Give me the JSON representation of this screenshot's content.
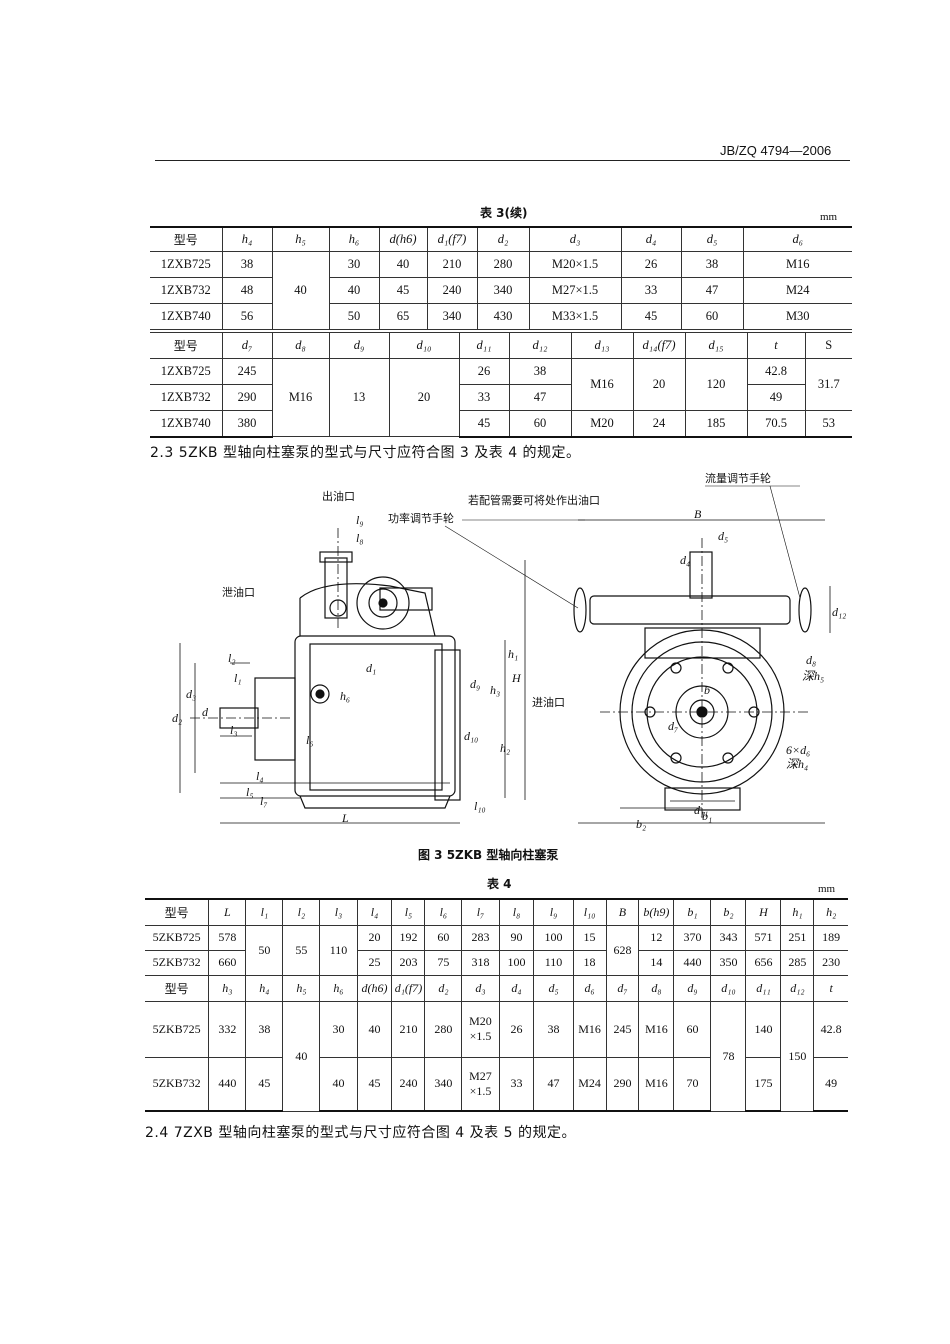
{
  "header": {
    "standard_no": "JB/ZQ 4794—2006"
  },
  "table3": {
    "caption": "表 3(续)",
    "unit": "mm",
    "h1": [
      "型号",
      "h₄",
      "h₅",
      "h₆",
      "d(h6)",
      "d₁(f7)",
      "d₂",
      "d₃",
      "d₄",
      "d₅",
      "d₆"
    ],
    "r1": [
      "1ZXB725",
      "38",
      "30",
      "40",
      "210",
      "280",
      "M20×1.5",
      "26",
      "38",
      "M16"
    ],
    "r2": [
      "1ZXB732",
      "48",
      "40",
      "40",
      "45",
      "240",
      "340",
      "M27×1.5",
      "33",
      "47",
      "M24"
    ],
    "r3": [
      "1ZXB740",
      "56",
      "50",
      "65",
      "340",
      "430",
      "M33×1.5",
      "45",
      "60",
      "M30"
    ],
    "h2": [
      "型号",
      "d₇",
      "d₈",
      "d₉",
      "d₁₀",
      "d₁₁",
      "d₁₂",
      "d₁₃",
      "d₁₄(f7)",
      "d₁₅",
      "t",
      "S"
    ],
    "s1": [
      "1ZXB725",
      "245",
      "M16",
      "13",
      "20",
      "26",
      "38",
      "M16",
      "20",
      "120",
      "42.8",
      "31.7"
    ],
    "s2": [
      "1ZXB732",
      "290",
      "33",
      "47",
      "49"
    ],
    "s3": [
      "1ZXB740",
      "380",
      "45",
      "60",
      "M20",
      "24",
      "185",
      "70.5",
      "53"
    ]
  },
  "para1": "2.3   5ZKB 型轴向柱塞泵的型式与尺寸应符合图 3 及表 4 的规定。",
  "figure": {
    "caption": "图 3   5ZKB 型轴向柱塞泵",
    "labels": {
      "outlet": "出油口",
      "drain": "泄油口",
      "inlet": "进油口",
      "power_wheel": "功率调节手轮",
      "pipe_note": "若配管需要可将处作出油口",
      "flow_wheel": "流量调节手轮",
      "l9": "l₉",
      "l8": "l₈",
      "l2": "l₂",
      "l1": "l₁",
      "l3": "l₃",
      "l4": "l₄",
      "l5": "l₅",
      "l6": "l₆",
      "l7": "l₇",
      "l10": "l₁₀",
      "L": "L",
      "d": "d",
      "d1": "d₁",
      "d2": "d₂",
      "d3": "d₃",
      "d4": "d₄",
      "d5": "d₅",
      "d6": "6×d₆",
      "d6_depth": "深h₄",
      "d7": "d₇",
      "d8": "d₈",
      "d8_depth": "深h₅",
      "d9": "d₉",
      "d10": "d₁₀",
      "d11": "d₁₁",
      "d12": "d₁₂",
      "h1": "h₁",
      "h2": "h₂",
      "h3": "h₃",
      "h6": "h₆",
      "H": "H",
      "b": "b",
      "b1": "b₁",
      "b2": "b₂",
      "B": "B"
    }
  },
  "table4": {
    "caption": "表 4",
    "unit": "mm",
    "h1": [
      "型号",
      "L",
      "l₁",
      "l₂",
      "l₃",
      "l₄",
      "l₅",
      "l₆",
      "l₇",
      "l₈",
      "l₉",
      "l₁₀",
      "B",
      "b(h9)",
      "b₁",
      "b₂",
      "H",
      "h₁",
      "h₂"
    ],
    "r1": [
      "5ZKB725",
      "578",
      "50",
      "55",
      "110",
      "20",
      "192",
      "60",
      "283",
      "90",
      "100",
      "15",
      "628",
      "12",
      "370",
      "343",
      "571",
      "251",
      "189"
    ],
    "r2": [
      "5ZKB732",
      "660",
      "25",
      "203",
      "75",
      "318",
      "100",
      "110",
      "18",
      "14",
      "440",
      "350",
      "656",
      "285",
      "230"
    ],
    "h2": [
      "型号",
      "h₃",
      "h₄",
      "h₅",
      "h₆",
      "d(h6)",
      "d₁(f7)",
      "d₂",
      "d₃",
      "d₄",
      "d₅",
      "d₆",
      "d₇",
      "d₈",
      "d₉",
      "d₁₀",
      "d₁₁",
      "d₁₂",
      "t"
    ],
    "s1": [
      "5ZKB725",
      "332",
      "38",
      "40",
      "30",
      "40",
      "210",
      "280",
      "M20",
      "×1.5",
      "26",
      "38",
      "M16",
      "245",
      "M16",
      "60",
      "78",
      "140",
      "150",
      "42.8"
    ],
    "s2": [
      "5ZKB732",
      "440",
      "45",
      "40",
      "45",
      "240",
      "340",
      "M27",
      "×1.5",
      "33",
      "47",
      "M24",
      "290",
      "M16",
      "70",
      "175",
      "49"
    ]
  },
  "para2": "2.4   7ZXB 型轴向柱塞泵的型式与尺寸应符合图 4 及表 5 的规定。"
}
